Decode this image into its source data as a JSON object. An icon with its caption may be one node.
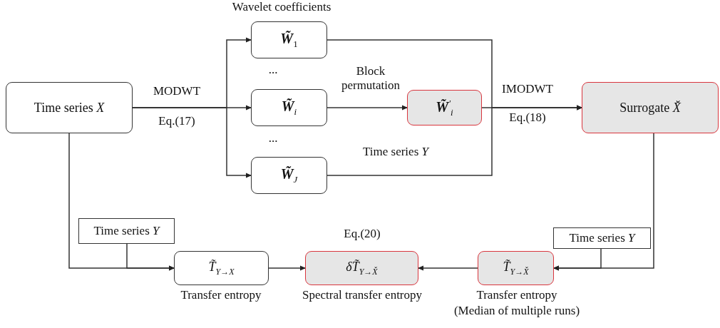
{
  "diagram": {
    "nodes": [
      {
        "text": [
          "Time series *X*"
        ]
      },
      {
        "text": [
          "*W̃*$_{1}$"
        ],
        "beside": [
          "Wavelet coefficients"
        ]
      },
      {
        "text": [
          "*W̃*$_{i}$"
        ]
      },
      {
        "text": [
          "*W̃*$_{J}$"
        ]
      },
      {
        "text": [
          "*W̃*$^{′}$$_{i}$"
        ]
      },
      {
        "text": [
          "Surrogate *X̌*"
        ]
      },
      {
        "text": [
          "Time series *Y*"
        ]
      },
      {
        "text": [
          "*T̃*$_{Y→X}$"
        ],
        "beside": [
          "Transfer entropy"
        ]
      },
      {
        "text": [
          "*δT̃*$_{Y→X̌}$"
        ],
        "beside": [
          "Eq.(20)",
          "Spectral transfer entropy"
        ]
      },
      {
        "text": [
          "*T̃*$_{Y→X̌}$"
        ],
        "beside": [
          "Transfer entropy",
          "(Median of multiple runs)"
        ]
      },
      {
        "text": [
          "Time series *Y*"
        ]
      }
    ],
    "edges": [
      {
        "from": 0,
        "to": 1,
        "arrow": "to"
      },
      {
        "from": 0,
        "to": 2,
        "arrow": "to"
      },
      {
        "from": 0,
        "to": 3,
        "arrow": "to"
      },
      {
        "from": 2,
        "to": 4,
        "arrow": "to",
        "label": "Block permutation"
      },
      {
        "from": 1,
        "to": 5,
        "arrow": "to"
      },
      {
        "from": 4,
        "to": 5,
        "arrow": "to"
      },
      {
        "from": 3,
        "to": 5,
        "arrow": "to"
      },
      {
        "from": 0,
        "to": 7,
        "arrow": "to"
      },
      {
        "from": 6,
        "to": 7,
        "arrow": "to"
      },
      {
        "from": 5,
        "to": 9,
        "arrow": "to"
      },
      {
        "from": 10,
        "to": 9,
        "arrow": "to"
      },
      {
        "from": 7,
        "to": 8,
        "arrow": "to"
      },
      {
        "from": 9,
        "to": 8,
        "arrow": "to"
      }
    ],
    "labels": [
      "MODWT",
      "Eq.(17)",
      "...",
      "...",
      "IMODWT",
      "Eq.(18)",
      "Time series *Y*"
    ]
  }
}
